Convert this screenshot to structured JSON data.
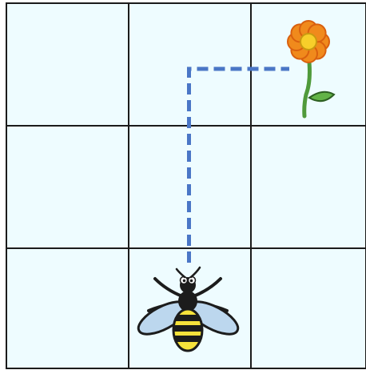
{
  "puzzle": {
    "grid": {
      "rows": 3,
      "cols": 3
    },
    "bee": {
      "row": 2,
      "col": 1
    },
    "flower": {
      "row": 0,
      "col": 2
    },
    "path": [
      {
        "row": 2,
        "col": 1
      },
      {
        "row": 0,
        "col": 1
      },
      {
        "row": 0,
        "col": 2
      }
    ]
  },
  "colors": {
    "cell_fill": "#eefcff",
    "grid_line": "#1b1b1b",
    "path": "#4a76c6",
    "petal": "#f08a1c",
    "petal_dark": "#d9600f",
    "flower_center": "#f7cf2a",
    "stem": "#4f9a3b",
    "leaf": "#62b347",
    "bee_body": "#1c1c1c",
    "bee_stripe": "#f6e23b",
    "bee_wing": "#bcd7ee"
  }
}
